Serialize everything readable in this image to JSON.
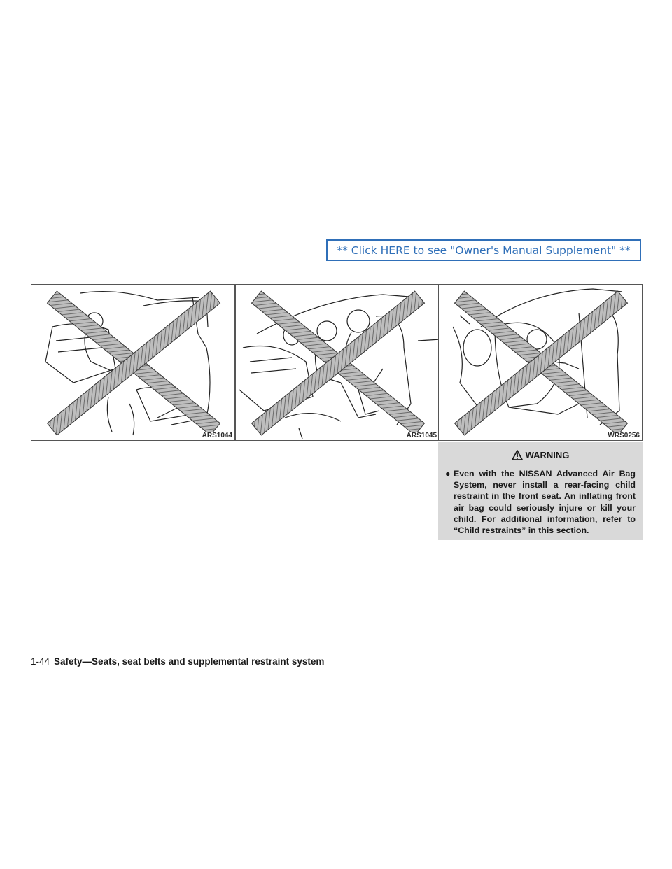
{
  "supplement_link": "** Click HERE to see \"Owner's Manual Supplement\" **",
  "figures": [
    {
      "label": "ARS1044"
    },
    {
      "label": "ARS1045"
    },
    {
      "label": "WRS0256"
    }
  ],
  "warning": {
    "icon": "warning-triangle-icon",
    "title": "WARNING",
    "bullet_glyph": "●",
    "items": [
      "Even with the NISSAN Advanced Air Bag System, never install a rear-facing child restraint in the front seat. An inflating front air bag could seriously injure or kill your child. For additional information, refer to “Child restraints” in this section."
    ],
    "background": "#d9d9d9"
  },
  "footer": {
    "page_number": "1-44",
    "section_title": "Safety—Seats, seat belts and supplemental restraint system"
  },
  "colors": {
    "link": "#2f6fb8"
  }
}
